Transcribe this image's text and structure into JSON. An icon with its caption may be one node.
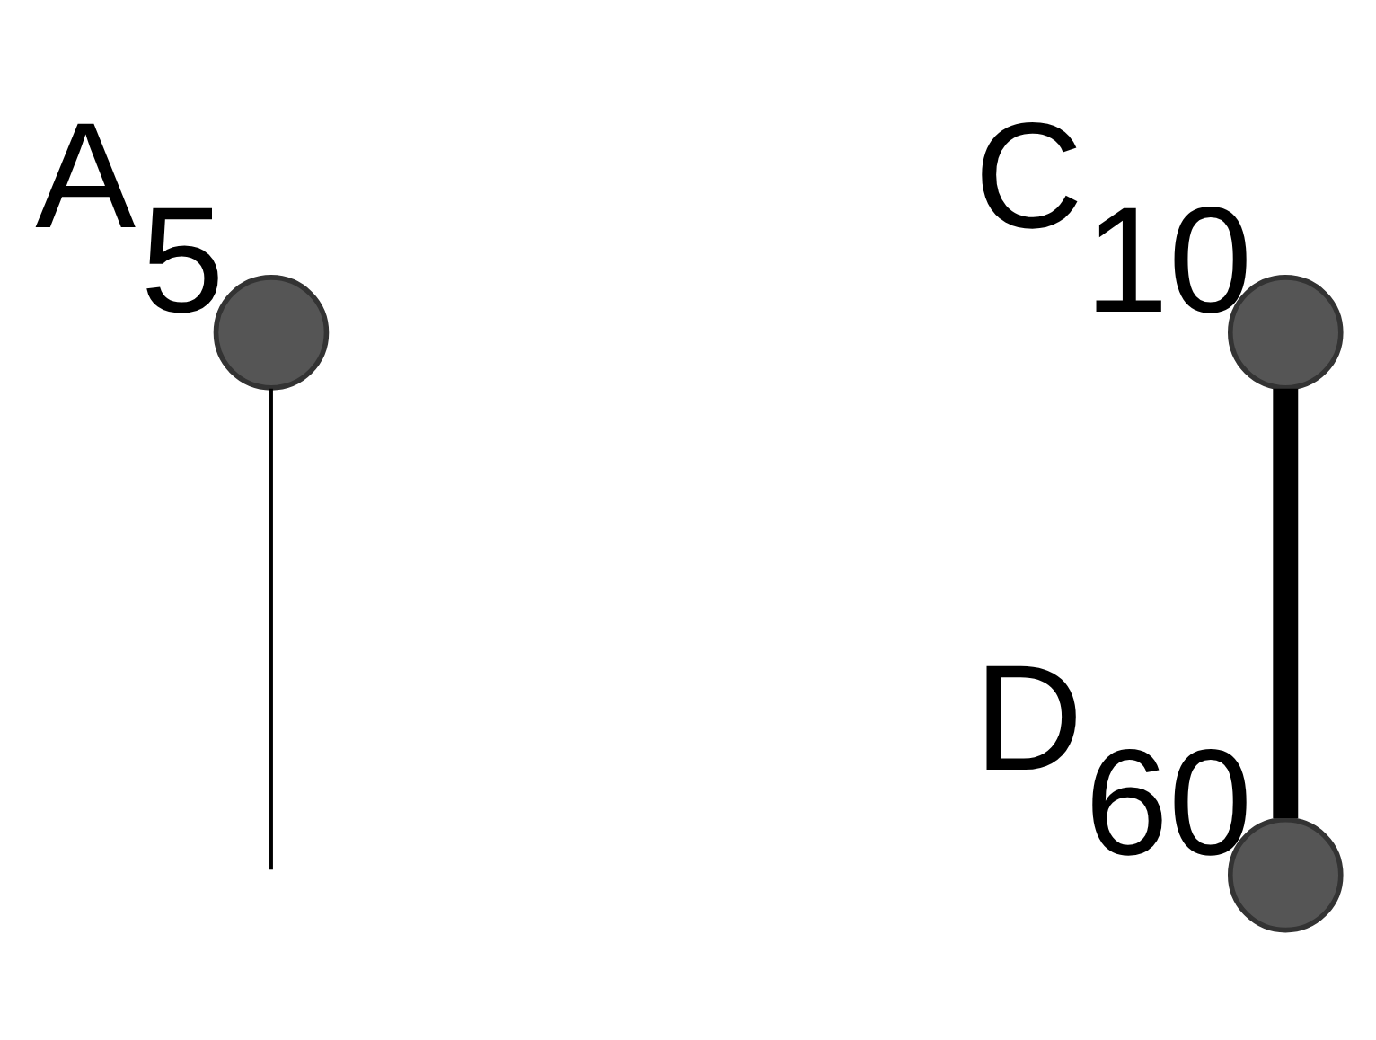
{
  "diagram": {
    "nodes": [
      {
        "text": [
          "A$_{5}$"
        ]
      },
      {
        "text": [
          "C$_{10}$"
        ]
      },
      {
        "text": [
          "D$_{60}$"
        ]
      }
    ],
    "edges": [
      {
        "from": 0,
        "to": null,
        "arrow": "none"
      },
      {
        "from": 1,
        "to": 2,
        "arrow": "none",
        "style": "thick"
      }
    ]
  }
}
